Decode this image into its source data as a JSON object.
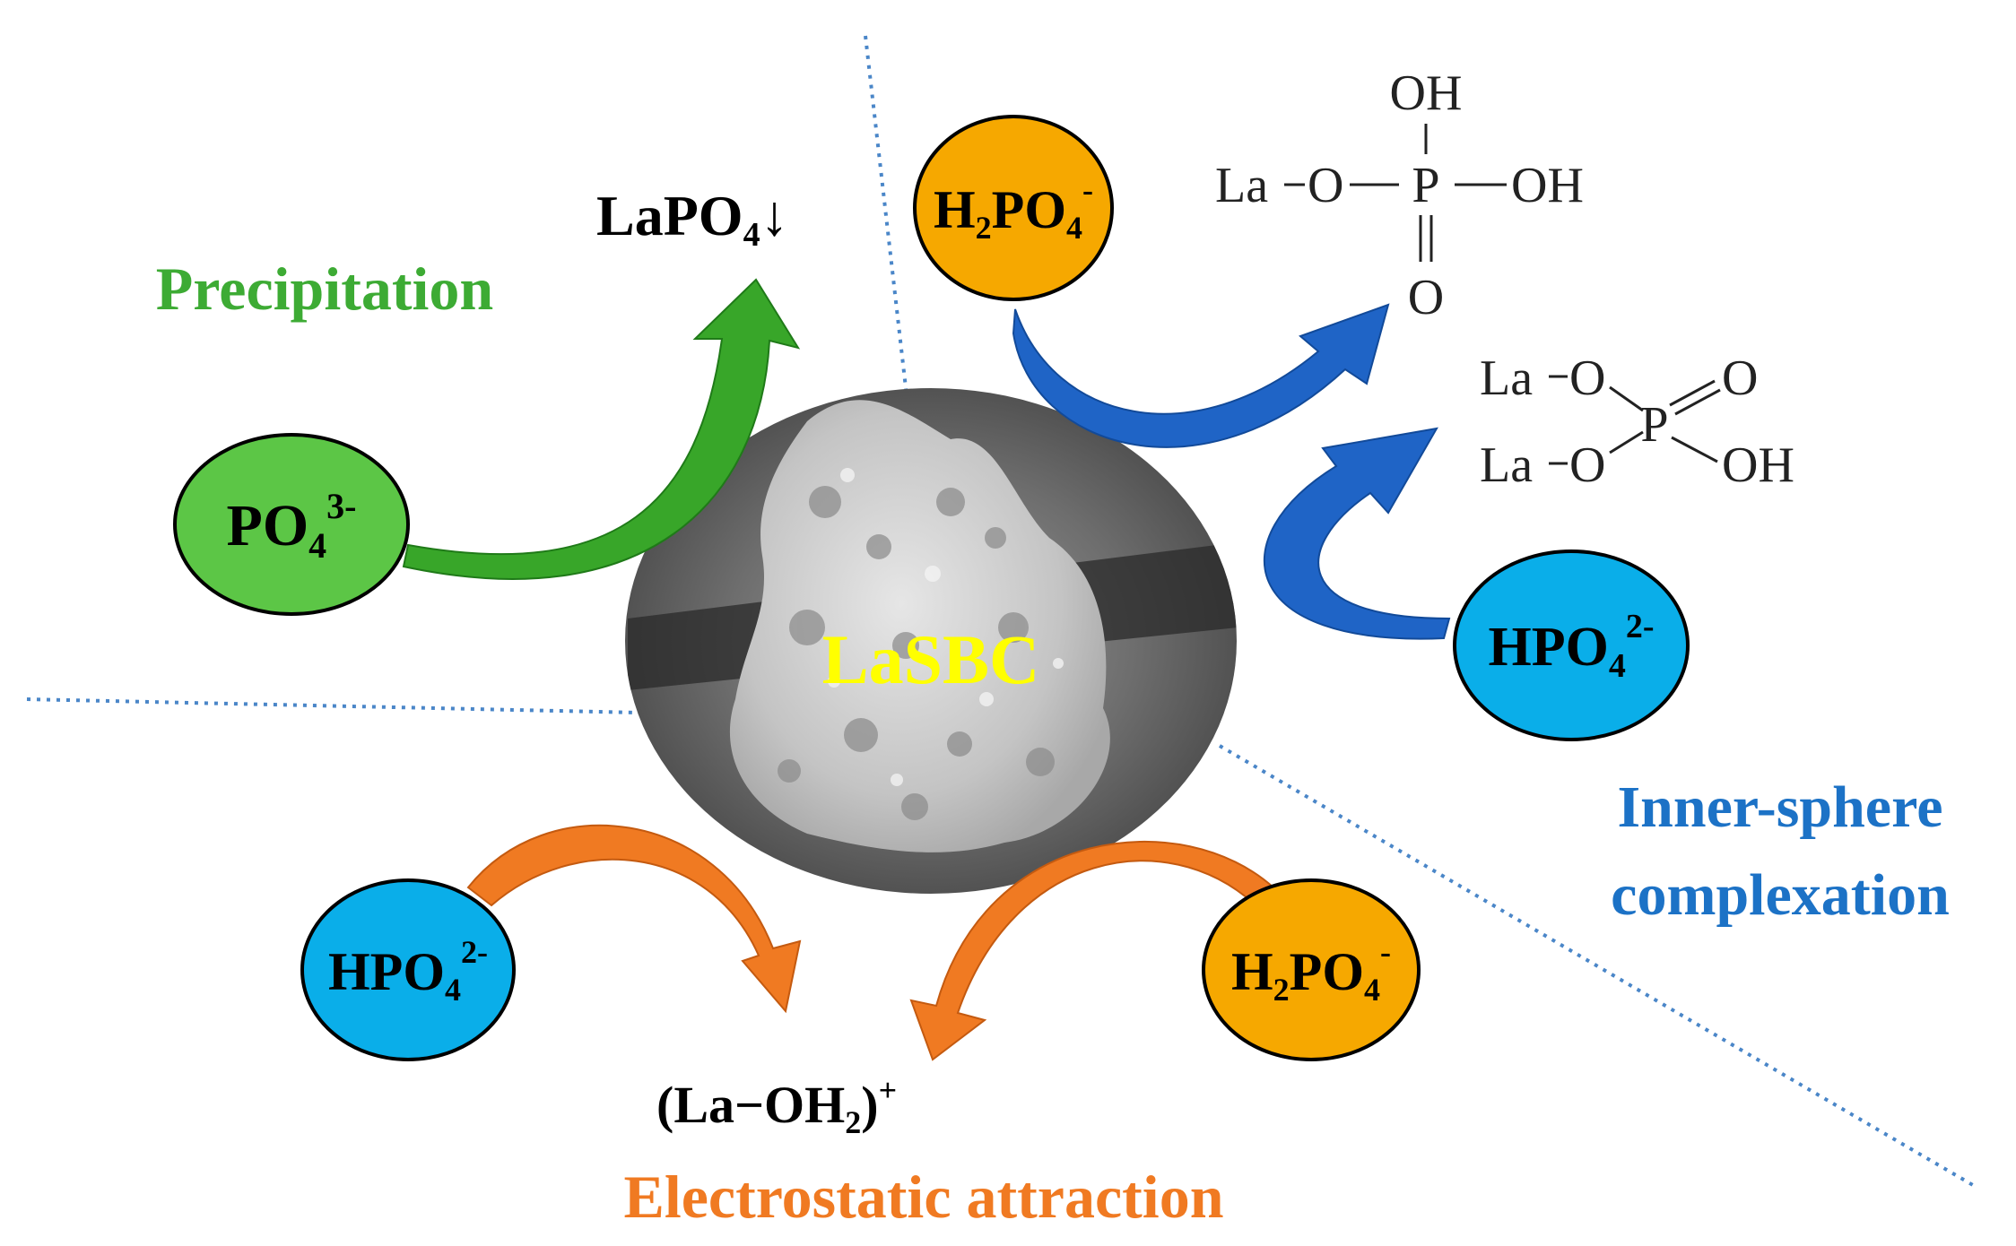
{
  "mechanisms": {
    "precipitation": "Precipitation",
    "inner_sphere_line1": "Inner-sphere",
    "inner_sphere_line2": "complexation",
    "electrostatic": "Electrostatic attraction"
  },
  "core": {
    "label": "LaSBC"
  },
  "species": {
    "po4": {
      "base": "PO",
      "sub": "4",
      "sup": "3-"
    },
    "h2po4_top": {
      "a": "H",
      "sub1": "2",
      "b": "PO",
      "sub2": "4",
      "sup": "-"
    },
    "hpo4_right": {
      "base": "HPO",
      "sub": "4",
      "sup": "2-"
    },
    "hpo4_left": {
      "base": "HPO",
      "sub": "4",
      "sup": "2-"
    },
    "h2po4_bottom": {
      "a": "H",
      "sub1": "2",
      "b": "PO",
      "sub2": "4",
      "sup": "-"
    }
  },
  "products": {
    "lapo4": {
      "base": "LaPO",
      "sub": "4",
      "arrow": "↓"
    },
    "la_oh2": {
      "open": "(La−OH",
      "sub": "2",
      "close": ")",
      "sup": "+"
    },
    "mono": {
      "oh_top": "OH",
      "la": "La",
      "o": "O",
      "p": "P",
      "oh_right": "OH",
      "o_bottom": "O"
    },
    "bi": {
      "la1": "La",
      "la2": "La",
      "o1": "O",
      "o2": "O",
      "p": "P",
      "o_right": "O",
      "oh": "OH"
    }
  },
  "colors": {
    "green": "#5cc646",
    "blue": "#0aaee9",
    "orange": "#f6a800",
    "arrow_green": "#38a629",
    "arrow_blue": "#1f64c6",
    "arrow_orange": "#f07a22",
    "text_green": "#3dab34",
    "text_blue": "#1c72c6",
    "text_orange": "#f07a22",
    "text_yellow": "#ffff00",
    "divider": "#4a86c8"
  }
}
